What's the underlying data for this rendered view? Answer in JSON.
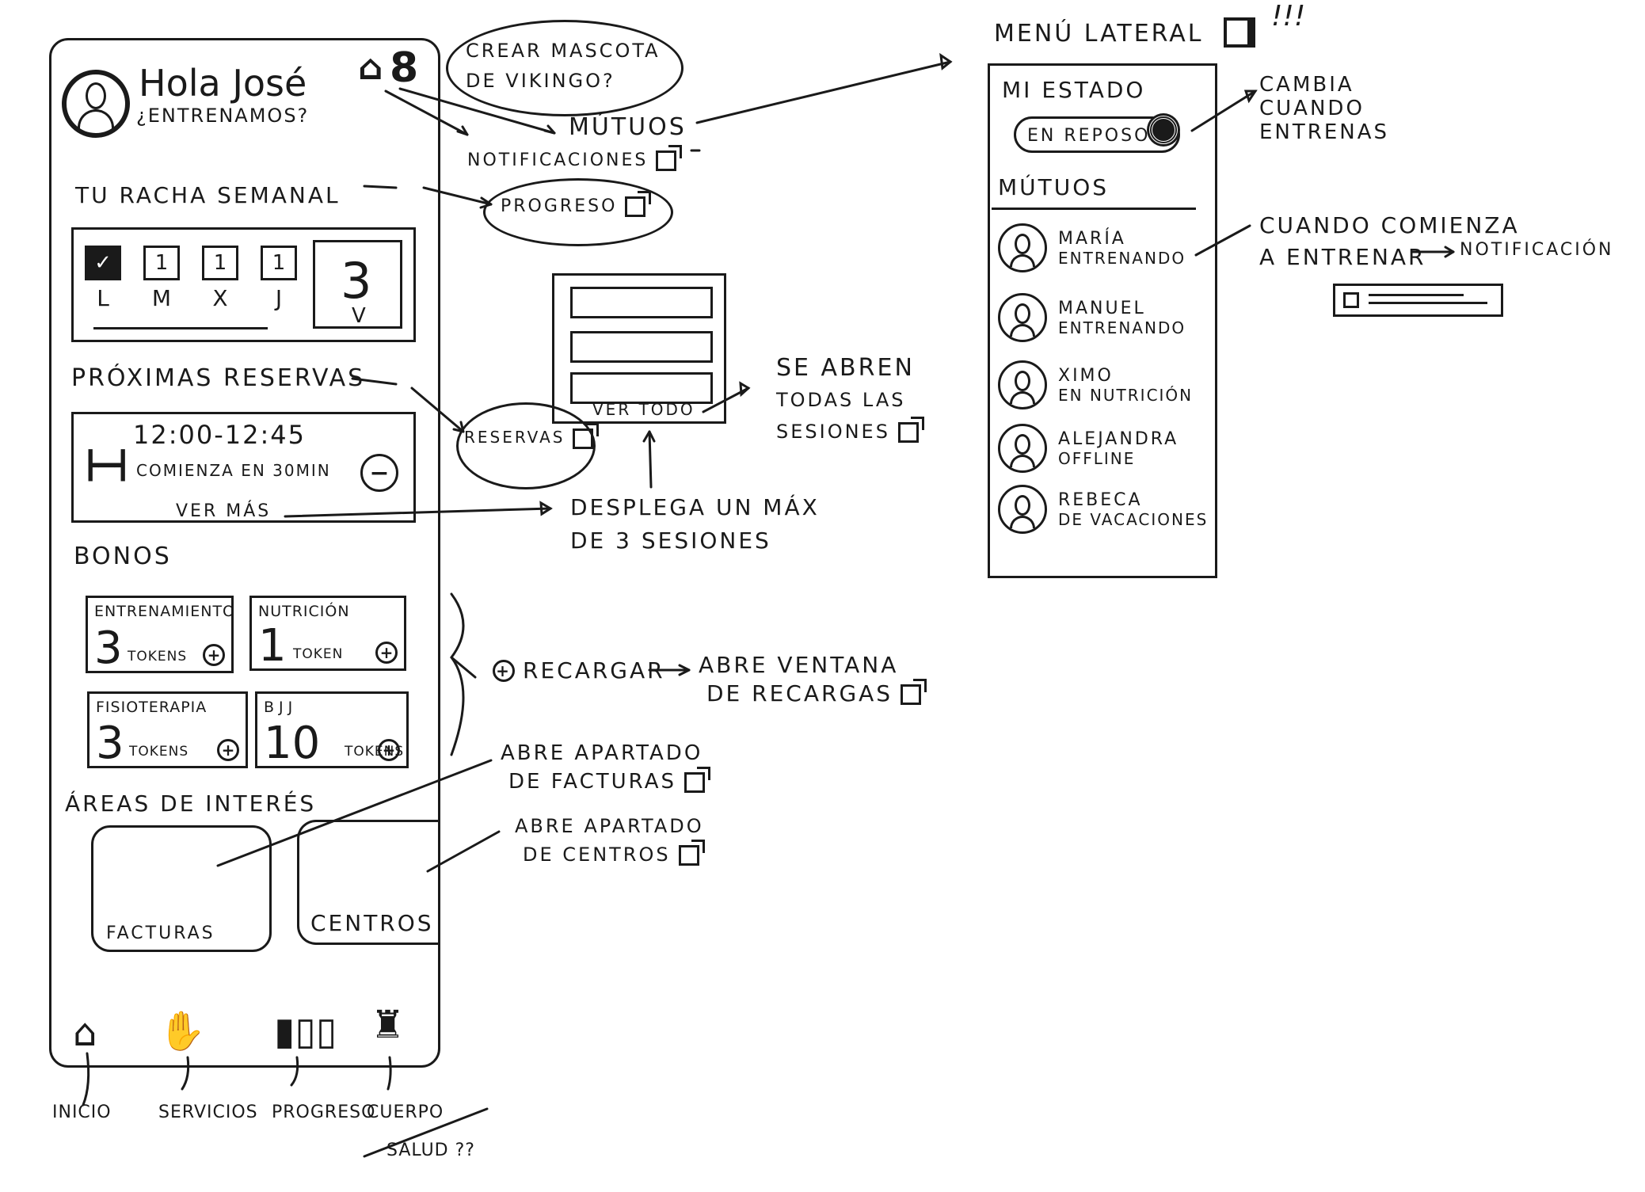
{
  "app": {
    "greeting": "Hola José",
    "subtitle": "¿ENTRENAMOS?",
    "streak_title": "TU RACHA SEMANAL",
    "days": [
      {
        "label": "L",
        "value": "✓",
        "checked": true
      },
      {
        "label": "M",
        "value": "1"
      },
      {
        "label": "X",
        "value": "1"
      },
      {
        "label": "J",
        "value": "1"
      }
    ],
    "week_count": "3",
    "week_count_sub": "V",
    "reservations_title": "PRÓXIMAS RESERVAS",
    "reservation": {
      "time": "12:00-12:45",
      "starts": "COMIENZA EN 30MIN",
      "more": "VER MÁS"
    },
    "bonos_title": "BONOS",
    "bonos": [
      {
        "title": "ENTRENAMIENTO",
        "count": "3",
        "unit": "TOKENS"
      },
      {
        "title": "NUTRICIÓN",
        "count": "1",
        "unit": "TOKEN"
      },
      {
        "title": "FISIOTERAPIA",
        "count": "3",
        "unit": "TOKENS"
      },
      {
        "title": "BJJ",
        "count": "10",
        "unit": "TOKENS"
      }
    ],
    "areas_title": "ÁREAS DE INTERÉS",
    "areas": [
      {
        "label": "FACTURAS"
      },
      {
        "label": "CENTROS"
      }
    ],
    "nav": [
      {
        "icon": "home-icon",
        "label": "INICIO"
      },
      {
        "icon": "handshake-icon",
        "label": "SERVICIOS"
      },
      {
        "icon": "bar-chart-icon",
        "label": "PROGRESO"
      },
      {
        "icon": "body-icon",
        "label": "CUERPO"
      }
    ],
    "nav_note": "SALUD ??"
  },
  "notes": {
    "mascot": "CREAR MASCOTA DE VIKINGO?",
    "mutuos": "MÚTUOS",
    "notificaciones": "NOTIFICACIONES",
    "progreso": "PROGRESO",
    "reservas": "RESERVAS",
    "ver_todo": "VER TODO",
    "se_abren": "SE ABREN",
    "se_abren_2": "TODAS LAS",
    "se_abren_3": "SESIONES",
    "despliega": "DESPLEGA UN MÁX",
    "despliega_2": "DE 3 SESIONES",
    "recargar": "RECARGAR",
    "abre_ventana": "ABRE VENTANA",
    "abre_ventana_2": "DE RECARGAS",
    "abre_facturas": "ABRE APARTADO",
    "abre_facturas_2": "DE FACTURAS",
    "abre_centros": "ABRE APARTADO",
    "abre_centros_2": "DE CENTROS",
    "cambia": "CAMBIA",
    "cambia_2": "CUANDO",
    "cambia_3": "ENTRENAS",
    "cuando": "CUANDO COMIENZA",
    "cuando_2": "A ENTRENAR",
    "cuando_3": "NOTIFICACIÓN"
  },
  "side_menu": {
    "title": "MENÚ LATERAL",
    "exclaim": "!!!",
    "state_title": "MI ESTADO",
    "state_value": "EN REPOSO",
    "mutuos_title": "MÚTUOS",
    "contacts": [
      {
        "name": "MARÍA",
        "status": "ENTRENANDO"
      },
      {
        "name": "MANUEL",
        "status": "ENTRENANDO"
      },
      {
        "name": "XIMO",
        "status": "EN NUTRICIÓN"
      },
      {
        "name": "ALEJANDRA",
        "status": "OFFLINE"
      },
      {
        "name": "REBECA",
        "status": "DE VACACIONES"
      }
    ]
  }
}
